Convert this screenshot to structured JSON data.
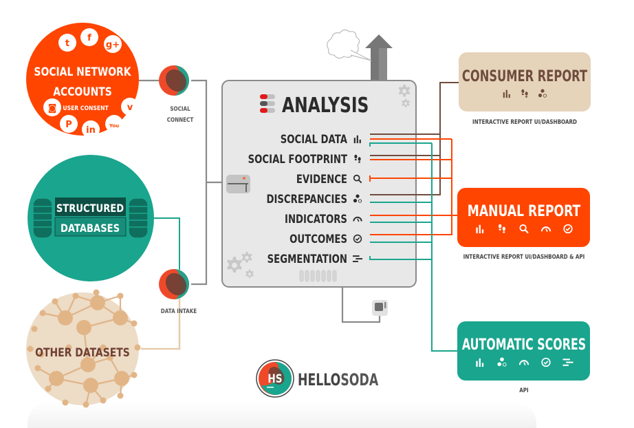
{
  "colors": {
    "orange": "#ff4500",
    "teal": "#1aa58e",
    "beige": "#e5d3ba",
    "brown": "#6f4c3e",
    "dark_text": "#2b2b2b",
    "grey": "#7a7a7a",
    "panel_bg": "#e8e8e8"
  },
  "sources": {
    "social": {
      "title_line1": "SOCIAL NETWORK",
      "title_line2": "ACCOUNTS",
      "subtitle": "+ USER CONSENT",
      "icons": [
        {
          "name": "twitter-icon",
          "glyph": "t"
        },
        {
          "name": "facebook-icon",
          "glyph": "f"
        },
        {
          "name": "google-plus-icon",
          "glyph": "g+"
        },
        {
          "name": "instagram-icon",
          "glyph": "◙"
        },
        {
          "name": "vimeo-icon",
          "glyph": "v"
        },
        {
          "name": "pinterest-icon",
          "glyph": "P"
        },
        {
          "name": "linkedin-icon",
          "glyph": "in"
        },
        {
          "name": "youtube-icon",
          "glyph": "You"
        }
      ]
    },
    "structured": {
      "title_line1": "STRUCTURED",
      "title_line2": "DATABASES"
    },
    "other": {
      "title": "OTHER DATASETS"
    }
  },
  "connectors": {
    "social_connect_line1": "SOCIAL",
    "social_connect_line2": "CONNECT",
    "data_intake": "DATA INTAKE"
  },
  "analysis": {
    "title": "ANALYSIS",
    "items": [
      {
        "label": "SOCIAL DATA",
        "icon": "bar-chart-icon"
      },
      {
        "label": "SOCIAL FOOTPRINT",
        "icon": "footprint-icon"
      },
      {
        "label": "EVIDENCE",
        "icon": "magnifier-icon"
      },
      {
        "label": "DISCREPANCIES",
        "icon": "dots-icon"
      },
      {
        "label": "INDICATORS",
        "icon": "gauge-icon"
      },
      {
        "label": "OUTCOMES",
        "icon": "check-circle-icon"
      },
      {
        "label": "SEGMENTATION",
        "icon": "segment-bars-icon"
      }
    ]
  },
  "outputs": {
    "consumer": {
      "title": "CONSUMER REPORT",
      "caption": "INTERACTIVE REPORT UI/DASHBOARD",
      "icons": [
        "bar-chart-icon",
        "footprint-icon",
        "dots-icon"
      ]
    },
    "manual": {
      "title": "MANUAL REPORT",
      "caption": "INTERACTIVE REPORT UI/DASHBOARD & API",
      "icons": [
        "bar-chart-icon",
        "footprint-icon",
        "magnifier-icon",
        "gauge-icon",
        "check-circle-icon"
      ]
    },
    "automatic": {
      "title": "AUTOMATIC SCORES",
      "caption": "API",
      "icons": [
        "bar-chart-icon",
        "dots-icon",
        "gauge-icon",
        "check-circle-icon",
        "segment-bars-icon"
      ]
    }
  },
  "logo": {
    "mark": "HS",
    "name_part1": "HELLO",
    "name_part2": "SODA"
  }
}
